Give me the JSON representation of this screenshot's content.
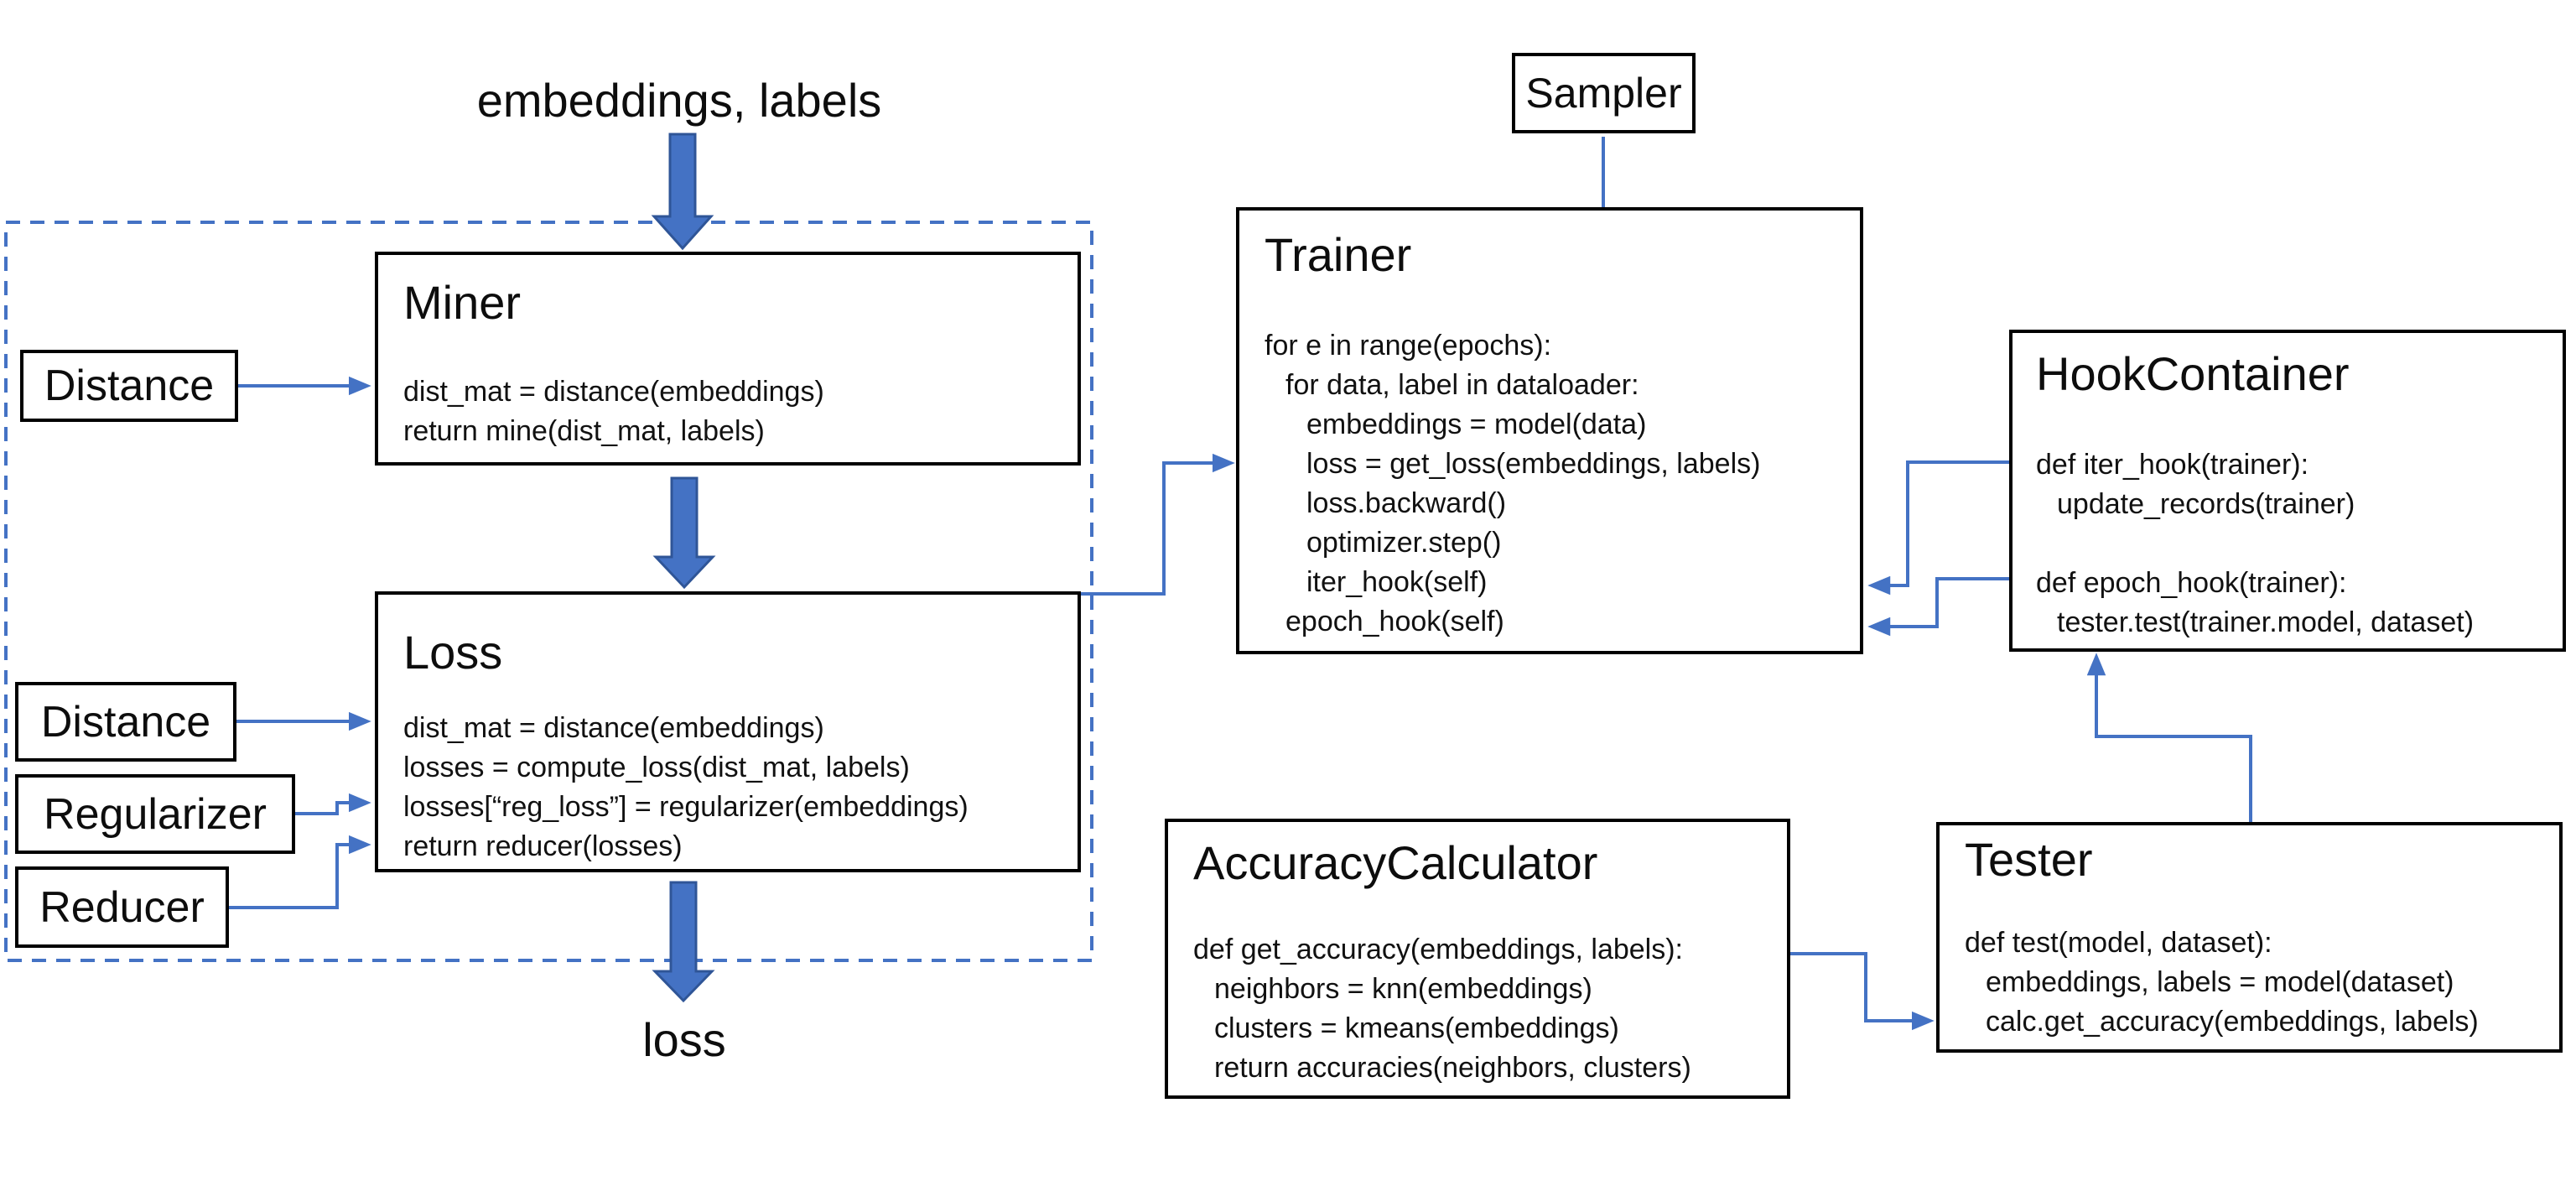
{
  "diagram": {
    "colors": {
      "accent": "#4472C4",
      "accent_dark": "#2F5597",
      "border": "#000000",
      "text": "#0d0d0d",
      "background": "#ffffff"
    },
    "labels": {
      "input": "embeddings, labels",
      "output": "loss"
    },
    "boxes": {
      "miner": {
        "title": "Miner",
        "code": [
          {
            "t": "dist_mat = distance(embeddings)",
            "i": 0
          },
          {
            "t": "return mine(dist_mat, labels)",
            "i": 0
          }
        ]
      },
      "loss": {
        "title": "Loss",
        "code": [
          {
            "t": "dist_mat = distance(embeddings)",
            "i": 0
          },
          {
            "t": "losses = compute_loss(dist_mat, labels)",
            "i": 0
          },
          {
            "t": "losses[“reg_loss”] = regularizer(embeddings)",
            "i": 0
          },
          {
            "t": "return reducer(losses)",
            "i": 0
          }
        ]
      },
      "distance_miner": {
        "label": "Distance"
      },
      "distance_loss": {
        "label": "Distance"
      },
      "regularizer": {
        "label": "Regularizer"
      },
      "reducer": {
        "label": "Reducer"
      },
      "sampler": {
        "label": "Sampler"
      },
      "trainer": {
        "title": "Trainer",
        "code": [
          {
            "t": "for e in range(epochs):",
            "i": 0
          },
          {
            "t": "for data, label in dataloader:",
            "i": 1
          },
          {
            "t": "embeddings = model(data)",
            "i": 2
          },
          {
            "t": "loss = get_loss(embeddings, labels)",
            "i": 2
          },
          {
            "t": "loss.backward()",
            "i": 2
          },
          {
            "t": "optimizer.step()",
            "i": 2
          },
          {
            "t": "iter_hook(self)",
            "i": 2
          },
          {
            "t": "epoch_hook(self)",
            "i": 1
          }
        ]
      },
      "hook_container": {
        "title": "HookContainer",
        "code": [
          {
            "t": "def iter_hook(trainer):",
            "i": 0
          },
          {
            "t": "update_records(trainer)",
            "i": 1
          },
          {
            "t": "",
            "i": 0
          },
          {
            "t": "def epoch_hook(trainer):",
            "i": 0
          },
          {
            "t": "tester.test(trainer.model, dataset)",
            "i": 1
          }
        ]
      },
      "accuracy_calculator": {
        "title": "AccuracyCalculator",
        "code": [
          {
            "t": "def get_accuracy(embeddings, labels):",
            "i": 0
          },
          {
            "t": "neighbors = knn(embeddings)",
            "i": 1
          },
          {
            "t": "clusters = kmeans(embeddings)",
            "i": 1
          },
          {
            "t": "return accuracies(neighbors, clusters)",
            "i": 1
          }
        ]
      },
      "tester": {
        "title": "Tester",
        "code": [
          {
            "t": "def test(model, dataset):",
            "i": 0
          },
          {
            "t": "embeddings, labels = model(dataset)",
            "i": 1
          },
          {
            "t": "calc.get_accuracy(embeddings, labels)",
            "i": 1
          }
        ]
      }
    }
  }
}
